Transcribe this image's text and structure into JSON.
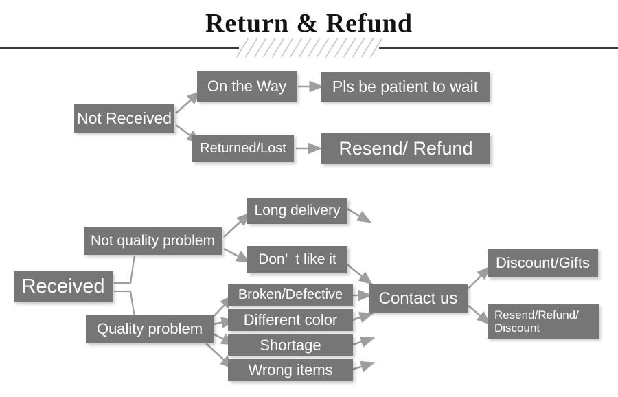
{
  "header": {
    "title": "Return & Refund",
    "divider": "hatched-rule-divider"
  },
  "diagram": {
    "type": "flowchart",
    "box_fill_color": "#767676",
    "box_text_color": "#ffffff",
    "connector_color": "#9e9e9e",
    "branches": [
      {
        "root": "Not Received",
        "paths": [
          {
            "step": "On the Way",
            "result": "Pls be patient to wait"
          },
          {
            "step": "Returned/Lost",
            "result": "Resend/ Refund"
          }
        ]
      },
      {
        "root": "Received",
        "paths": [
          {
            "step": "Not quality problem",
            "reasons": [
              "Long delivery",
              "Don’  t like it"
            ]
          },
          {
            "step": "Quality problem",
            "reasons": [
              "Broken/Defective",
              "Different color",
              "Shortage",
              "Wrong items"
            ]
          }
        ],
        "hub": "Contact us",
        "outcomes": [
          "Discount/Gifts",
          "Resend/Refund/\nDiscount"
        ]
      }
    ]
  },
  "nodes": {
    "not_received": "Not Received",
    "on_the_way": "On the Way",
    "pls_be_patient": "Pls be patient to wait",
    "returned_lost": "Returned/Lost",
    "resend_refund": "Resend/ Refund",
    "received": "Received",
    "not_quality_problem": "Not quality problem",
    "quality_problem": "Quality problem",
    "long_delivery": "Long delivery",
    "dont_like_it": "Don’  t like it",
    "broken_defective": "Broken/Defective",
    "different_color": "Different color",
    "shortage": "Shortage",
    "wrong_items": "Wrong items",
    "contact_us": "Contact us",
    "discount_gifts": "Discount/Gifts",
    "resend_refund_discount": "Resend/Refund/\nDiscount"
  }
}
